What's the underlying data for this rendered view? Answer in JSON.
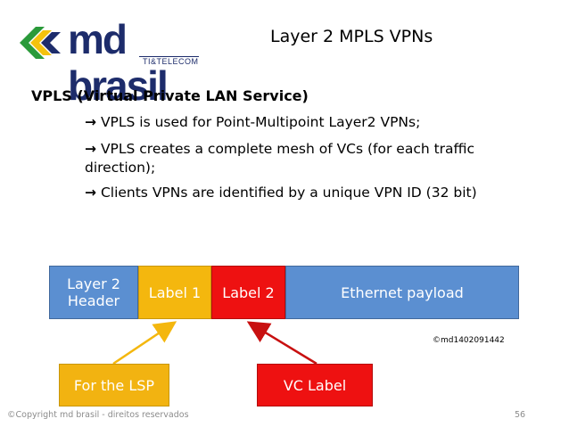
{
  "logo": {
    "name": "md brasil",
    "sub": "TI&TELECOM"
  },
  "title": "Layer 2 MPLS VPNs",
  "heading": "VPLS (Virtual Private LAN Service)",
  "bullets": [
    "VPLS is used for Point-Multipoint Layer2 VPNs;",
    "VPLS creates a complete mesh of VCs (for each traffic direction);",
    "Clients VPNs are identified by a unique VPN ID (32 bit)"
  ],
  "diagram": {
    "layer2_header": "Layer 2 Header",
    "label1": "Label 1",
    "label2": "Label 2",
    "payload": "Ethernet payload",
    "lsp_label": "For the LSP",
    "vc_label": "VC Label"
  },
  "copyright_id": "©md1402091442",
  "footer": "©Copyright md brasil - direitos reservados",
  "page_number": "56",
  "colors": {
    "blue": "#5b8fd1",
    "yellow": "#f4b70e",
    "red": "#ee1111",
    "logo_navy": "#1d2c6b",
    "logo_green": "#2a9a3a"
  }
}
